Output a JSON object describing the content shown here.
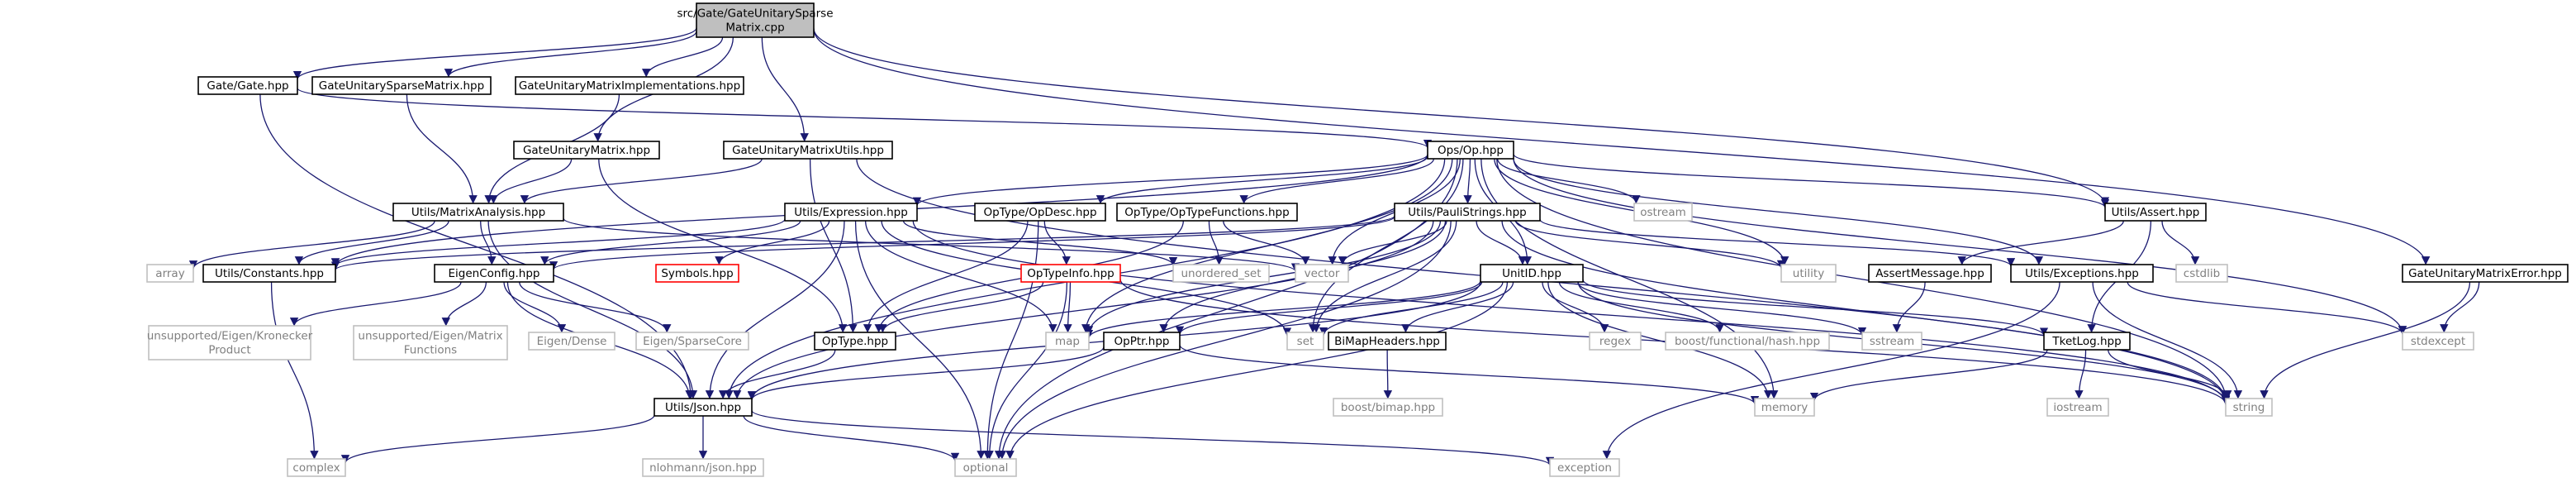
{
  "colors": {
    "edge": "#191970",
    "local_border": "#000000",
    "local_text": "#000000",
    "system_border": "#bfbfbf",
    "system_text": "#808080",
    "red_border": "#ff0000",
    "root_fill": "#bfbfbf"
  },
  "nodes": [
    {
      "id": "root",
      "lines": [
        "src/Gate/GateUnitarySparse",
        "Matrix.cpp"
      ],
      "kind": "root"
    },
    {
      "id": "gate",
      "lines": [
        "Gate/Gate.hpp"
      ],
      "kind": "local"
    },
    {
      "id": "gusm",
      "lines": [
        "GateUnitarySparseMatrix.hpp"
      ],
      "kind": "local"
    },
    {
      "id": "gumi",
      "lines": [
        "GateUnitaryMatrixImplementations.hpp"
      ],
      "kind": "local"
    },
    {
      "id": "gum",
      "lines": [
        "GateUnitaryMatrix.hpp"
      ],
      "kind": "local"
    },
    {
      "id": "gumu",
      "lines": [
        "GateUnitaryMatrixUtils.hpp"
      ],
      "kind": "local"
    },
    {
      "id": "op",
      "lines": [
        "Ops/Op.hpp"
      ],
      "kind": "local"
    },
    {
      "id": "assert",
      "lines": [
        "Utils/Assert.hpp"
      ],
      "kind": "local"
    },
    {
      "id": "gume",
      "lines": [
        "GateUnitaryMatrixError.hpp"
      ],
      "kind": "local"
    },
    {
      "id": "ma",
      "lines": [
        "Utils/MatrixAnalysis.hpp"
      ],
      "kind": "local"
    },
    {
      "id": "expr",
      "lines": [
        "Utils/Expression.hpp"
      ],
      "kind": "local"
    },
    {
      "id": "opdesc",
      "lines": [
        "OpType/OpDesc.hpp"
      ],
      "kind": "local"
    },
    {
      "id": "optf",
      "lines": [
        "OpType/OpTypeFunctions.hpp"
      ],
      "kind": "local"
    },
    {
      "id": "pauli",
      "lines": [
        "Utils/PauliStrings.hpp"
      ],
      "kind": "local"
    },
    {
      "id": "ostream",
      "lines": [
        "ostream"
      ],
      "kind": "system"
    },
    {
      "id": "array",
      "lines": [
        "array"
      ],
      "kind": "system"
    },
    {
      "id": "consts",
      "lines": [
        "Utils/Constants.hpp"
      ],
      "kind": "local"
    },
    {
      "id": "eigen",
      "lines": [
        "EigenConfig.hpp"
      ],
      "kind": "local"
    },
    {
      "id": "symbols",
      "lines": [
        "Symbols.hpp"
      ],
      "kind": "red"
    },
    {
      "id": "optinfo",
      "lines": [
        "OpTypeInfo.hpp"
      ],
      "kind": "red"
    },
    {
      "id": "uset",
      "lines": [
        "unordered_set"
      ],
      "kind": "system"
    },
    {
      "id": "vector",
      "lines": [
        "vector"
      ],
      "kind": "system"
    },
    {
      "id": "unitid",
      "lines": [
        "UnitID.hpp"
      ],
      "kind": "local"
    },
    {
      "id": "utility",
      "lines": [
        "utility"
      ],
      "kind": "system"
    },
    {
      "id": "excs",
      "lines": [
        "Utils/Exceptions.hpp"
      ],
      "kind": "local"
    },
    {
      "id": "amsg",
      "lines": [
        "AssertMessage.hpp"
      ],
      "kind": "local"
    },
    {
      "id": "cstdlib",
      "lines": [
        "cstdlib"
      ],
      "kind": "system"
    },
    {
      "id": "ueigk",
      "lines": [
        "unsupported/Eigen/Kronecker",
        "Product"
      ],
      "kind": "system"
    },
    {
      "id": "ueigm",
      "lines": [
        "unsupported/Eigen/Matrix",
        "Functions"
      ],
      "kind": "system"
    },
    {
      "id": "edense",
      "lines": [
        "Eigen/Dense"
      ],
      "kind": "system"
    },
    {
      "id": "esparse",
      "lines": [
        "Eigen/SparseCore"
      ],
      "kind": "system"
    },
    {
      "id": "optype",
      "lines": [
        "OpType.hpp"
      ],
      "kind": "local"
    },
    {
      "id": "map",
      "lines": [
        "map"
      ],
      "kind": "system"
    },
    {
      "id": "set",
      "lines": [
        "set"
      ],
      "kind": "system"
    },
    {
      "id": "opptr",
      "lines": [
        "OpPtr.hpp"
      ],
      "kind": "local"
    },
    {
      "id": "bimaph",
      "lines": [
        "BiMapHeaders.hpp"
      ],
      "kind": "local"
    },
    {
      "id": "regex",
      "lines": [
        "regex"
      ],
      "kind": "system"
    },
    {
      "id": "bhash",
      "lines": [
        "boost/functional/hash.hpp"
      ],
      "kind": "system"
    },
    {
      "id": "sstream",
      "lines": [
        "sstream"
      ],
      "kind": "system"
    },
    {
      "id": "tketlog",
      "lines": [
        "TketLog.hpp"
      ],
      "kind": "local"
    },
    {
      "id": "stdexcept",
      "lines": [
        "stdexcept"
      ],
      "kind": "system"
    },
    {
      "id": "json",
      "lines": [
        "Utils/Json.hpp"
      ],
      "kind": "local"
    },
    {
      "id": "bbimap",
      "lines": [
        "boost/bimap.hpp"
      ],
      "kind": "system"
    },
    {
      "id": "memory",
      "lines": [
        "memory"
      ],
      "kind": "system"
    },
    {
      "id": "iostream",
      "lines": [
        "iostream"
      ],
      "kind": "system"
    },
    {
      "id": "string",
      "lines": [
        "string"
      ],
      "kind": "system"
    },
    {
      "id": "complex",
      "lines": [
        "complex"
      ],
      "kind": "system"
    },
    {
      "id": "nlohmann",
      "lines": [
        "nlohmann/json.hpp"
      ],
      "kind": "system"
    },
    {
      "id": "optional",
      "lines": [
        "optional"
      ],
      "kind": "system"
    },
    {
      "id": "exception",
      "lines": [
        "exception"
      ],
      "kind": "system"
    }
  ],
  "edges": [
    [
      "root",
      "gate"
    ],
    [
      "root",
      "gusm"
    ],
    [
      "root",
      "gumi"
    ],
    [
      "root",
      "gum"
    ],
    [
      "root",
      "gumu"
    ],
    [
      "root",
      "assert"
    ],
    [
      "root",
      "gume"
    ],
    [
      "gate",
      "op"
    ],
    [
      "gate",
      "json"
    ],
    [
      "gusm",
      "ma"
    ],
    [
      "gumi",
      "ma"
    ],
    [
      "gum",
      "ma"
    ],
    [
      "gum",
      "optype"
    ],
    [
      "gumu",
      "ma"
    ],
    [
      "gumu",
      "string"
    ],
    [
      "gumu",
      "optype"
    ],
    [
      "op",
      "expr"
    ],
    [
      "op",
      "opdesc"
    ],
    [
      "op",
      "optf"
    ],
    [
      "op",
      "pauli"
    ],
    [
      "op",
      "ostream"
    ],
    [
      "op",
      "consts"
    ],
    [
      "op",
      "unitid"
    ],
    [
      "op",
      "vector"
    ],
    [
      "op",
      "utility"
    ],
    [
      "op",
      "excs"
    ],
    [
      "op",
      "assert"
    ],
    [
      "op",
      "string"
    ],
    [
      "op",
      "stdexcept"
    ],
    [
      "op",
      "memory"
    ],
    [
      "op",
      "map"
    ],
    [
      "op",
      "set"
    ],
    [
      "op",
      "json"
    ],
    [
      "op",
      "optional"
    ],
    [
      "ma",
      "array"
    ],
    [
      "ma",
      "consts"
    ],
    [
      "ma",
      "eigen"
    ],
    [
      "ma",
      "vector"
    ],
    [
      "ma",
      "json"
    ],
    [
      "expr",
      "symbols"
    ],
    [
      "expr",
      "consts"
    ],
    [
      "expr",
      "eigen"
    ],
    [
      "expr",
      "map"
    ],
    [
      "expr",
      "set"
    ],
    [
      "expr",
      "json"
    ],
    [
      "expr",
      "optional"
    ],
    [
      "expr",
      "uset"
    ],
    [
      "expr",
      "string"
    ],
    [
      "opdesc",
      "optinfo"
    ],
    [
      "opdesc",
      "optype"
    ],
    [
      "opdesc",
      "optional"
    ],
    [
      "optf",
      "optype"
    ],
    [
      "optf",
      "uset"
    ],
    [
      "optf",
      "vector"
    ],
    [
      "pauli",
      "unitid"
    ],
    [
      "pauli",
      "consts"
    ],
    [
      "pauli",
      "eigen"
    ],
    [
      "pauli",
      "vector"
    ],
    [
      "pauli",
      "json"
    ],
    [
      "pauli",
      "map"
    ],
    [
      "pauli",
      "set"
    ],
    [
      "pauli",
      "utility"
    ],
    [
      "pauli",
      "string"
    ],
    [
      "pauli",
      "optional"
    ],
    [
      "pauli",
      "opptr"
    ],
    [
      "pauli",
      "excs"
    ],
    [
      "consts",
      "complex"
    ],
    [
      "eigen",
      "ueigk"
    ],
    [
      "eigen",
      "ueigm"
    ],
    [
      "eigen",
      "edense"
    ],
    [
      "eigen",
      "esparse"
    ],
    [
      "eigen",
      "json"
    ],
    [
      "optinfo",
      "optype"
    ],
    [
      "optinfo",
      "map"
    ],
    [
      "optinfo",
      "optional"
    ],
    [
      "optinfo",
      "string"
    ],
    [
      "unitid",
      "map"
    ],
    [
      "unitid",
      "set"
    ],
    [
      "unitid",
      "opptr"
    ],
    [
      "unitid",
      "bimaph"
    ],
    [
      "unitid",
      "regex"
    ],
    [
      "unitid",
      "bhash"
    ],
    [
      "unitid",
      "sstream"
    ],
    [
      "unitid",
      "tketlog"
    ],
    [
      "unitid",
      "memory"
    ],
    [
      "unitid",
      "string"
    ],
    [
      "unitid",
      "optional"
    ],
    [
      "unitid",
      "json"
    ],
    [
      "excs",
      "stdexcept"
    ],
    [
      "excs",
      "string"
    ],
    [
      "excs",
      "exception"
    ],
    [
      "assert",
      "amsg"
    ],
    [
      "assert",
      "cstdlib"
    ],
    [
      "assert",
      "tketlog"
    ],
    [
      "amsg",
      "sstream"
    ],
    [
      "gume",
      "stdexcept"
    ],
    [
      "gume",
      "string"
    ],
    [
      "optype",
      "json"
    ],
    [
      "opptr",
      "json"
    ],
    [
      "opptr",
      "memory"
    ],
    [
      "bimaph",
      "bbimap"
    ],
    [
      "tketlog",
      "memory"
    ],
    [
      "tketlog",
      "iostream"
    ],
    [
      "tketlog",
      "string"
    ],
    [
      "json",
      "nlohmann"
    ],
    [
      "json",
      "complex"
    ],
    [
      "json",
      "optional"
    ],
    [
      "json",
      "exception"
    ]
  ]
}
